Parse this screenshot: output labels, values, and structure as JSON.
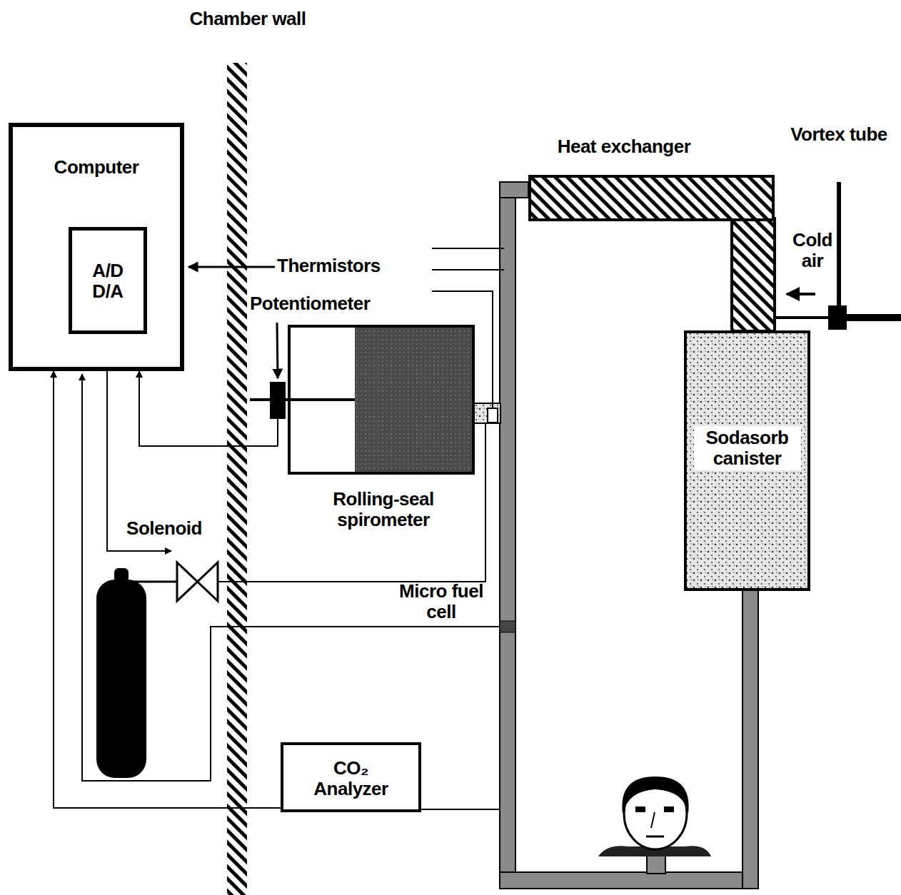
{
  "diagram": {
    "nodes": [
      {
        "text": [
          "Computer"
        ]
      },
      {
        "text": [
          "A/D D/A"
        ],
        "in": 0
      },
      {
        "text": [
          "Heat exchanger"
        ]
      },
      {
        "text": [
          "Rolling-seal spirometer"
        ]
      },
      {
        "text": [
          "Sodasorb canister"
        ]
      },
      {
        "text": [
          "CO₂ Analyzer"
        ]
      }
    ],
    "edges": [
      {
        "from": 5,
        "to": 0,
        "arrow": "to"
      },
      {
        "from": 3,
        "to": 0,
        "arrow": "to"
      }
    ],
    "labels": [
      "Chamber wall",
      "Vortex tube",
      "Thermistors",
      "Cold air",
      "Potentiometer",
      "Solenoid",
      "Micro fuel cell"
    ]
  }
}
